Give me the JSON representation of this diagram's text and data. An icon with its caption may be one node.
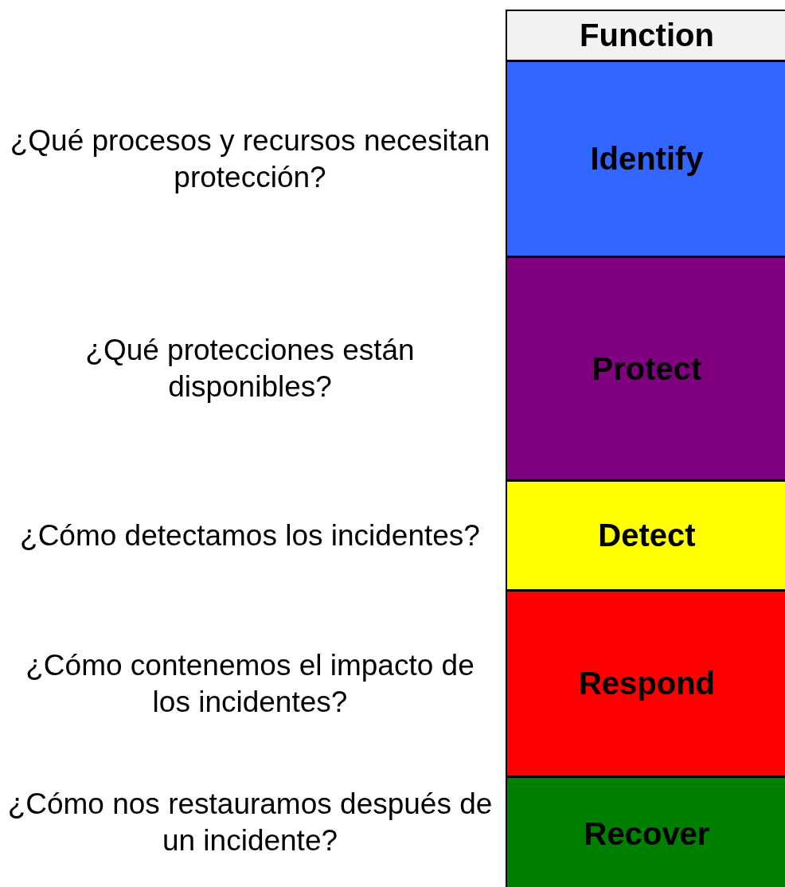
{
  "diagram": {
    "nodes": [
      {
        "text": [
          "Function"
        ]
      },
      {
        "text": [
          "Identify"
        ],
        "beside": [
          "¿Qué procesos y recursos necesitan protección?"
        ]
      },
      {
        "text": [
          "Protect"
        ],
        "beside": [
          "¿Qué protecciones están disponibles?"
        ]
      },
      {
        "text": [
          "Detect"
        ],
        "beside": [
          "¿Cómo detectamos los incidentes?"
        ]
      },
      {
        "text": [
          "Respond"
        ],
        "beside": [
          "¿Cómo contenemos el impacto de los incidentes?"
        ]
      },
      {
        "text": [
          "Recover"
        ],
        "beside": [
          "¿Cómo nos restauramos después de un incidente?"
        ]
      }
    ]
  }
}
